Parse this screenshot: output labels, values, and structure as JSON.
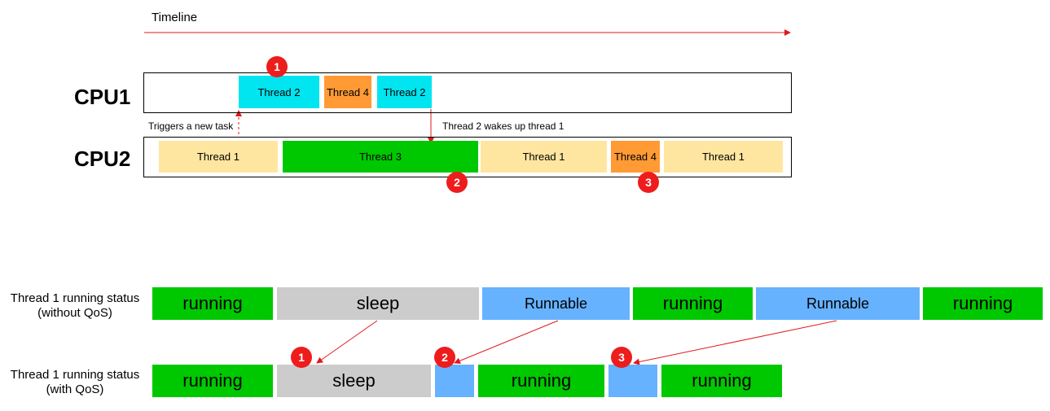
{
  "timeline": {
    "label": "Timeline"
  },
  "cpu1": {
    "label": "CPU1",
    "blocks": [
      {
        "label": "Thread 2",
        "color": "#00e5ef"
      },
      {
        "label": "Thread 4",
        "color": "#ff9a35"
      },
      {
        "label": "Thread 2",
        "color": "#00e5ef"
      }
    ]
  },
  "cpu2": {
    "label": "CPU2",
    "blocks": [
      {
        "label": "Thread 1",
        "color": "#ffe6a0"
      },
      {
        "label": "Thread 3",
        "color": "#00c800"
      },
      {
        "label": "Thread 1",
        "color": "#ffe6a0"
      },
      {
        "label": "Thread 4",
        "color": "#ff9a35"
      },
      {
        "label": "Thread 1",
        "color": "#ffe6a0"
      }
    ]
  },
  "annotations": {
    "triggers": "Triggers a new task",
    "wakes": "Thread 2 wakes up thread 1"
  },
  "badges": [
    "1",
    "2",
    "3"
  ],
  "status_without_qos": {
    "label_line1": "Thread 1 running status",
    "label_line2": "(without QoS)",
    "blocks": [
      {
        "label": "running",
        "state": "running"
      },
      {
        "label": "sleep",
        "state": "sleep"
      },
      {
        "label": "Runnable",
        "state": "runnable"
      },
      {
        "label": "running",
        "state": "running"
      },
      {
        "label": "Runnable",
        "state": "runnable"
      },
      {
        "label": "running",
        "state": "running"
      }
    ]
  },
  "status_with_qos": {
    "label_line1": "Thread 1 running status",
    "label_line2": "(with QoS)",
    "blocks": [
      {
        "label": "running",
        "state": "running"
      },
      {
        "label": "sleep",
        "state": "sleep"
      },
      {
        "label": "",
        "state": "runnable"
      },
      {
        "label": "running",
        "state": "running"
      },
      {
        "label": "",
        "state": "runnable"
      },
      {
        "label": "running",
        "state": "running"
      }
    ]
  },
  "colors": {
    "running": "#00c800",
    "sleep": "#cccccc",
    "runnable": "#66b2ff",
    "arrow": "#e0191e",
    "badge": "#ee1c1c"
  }
}
